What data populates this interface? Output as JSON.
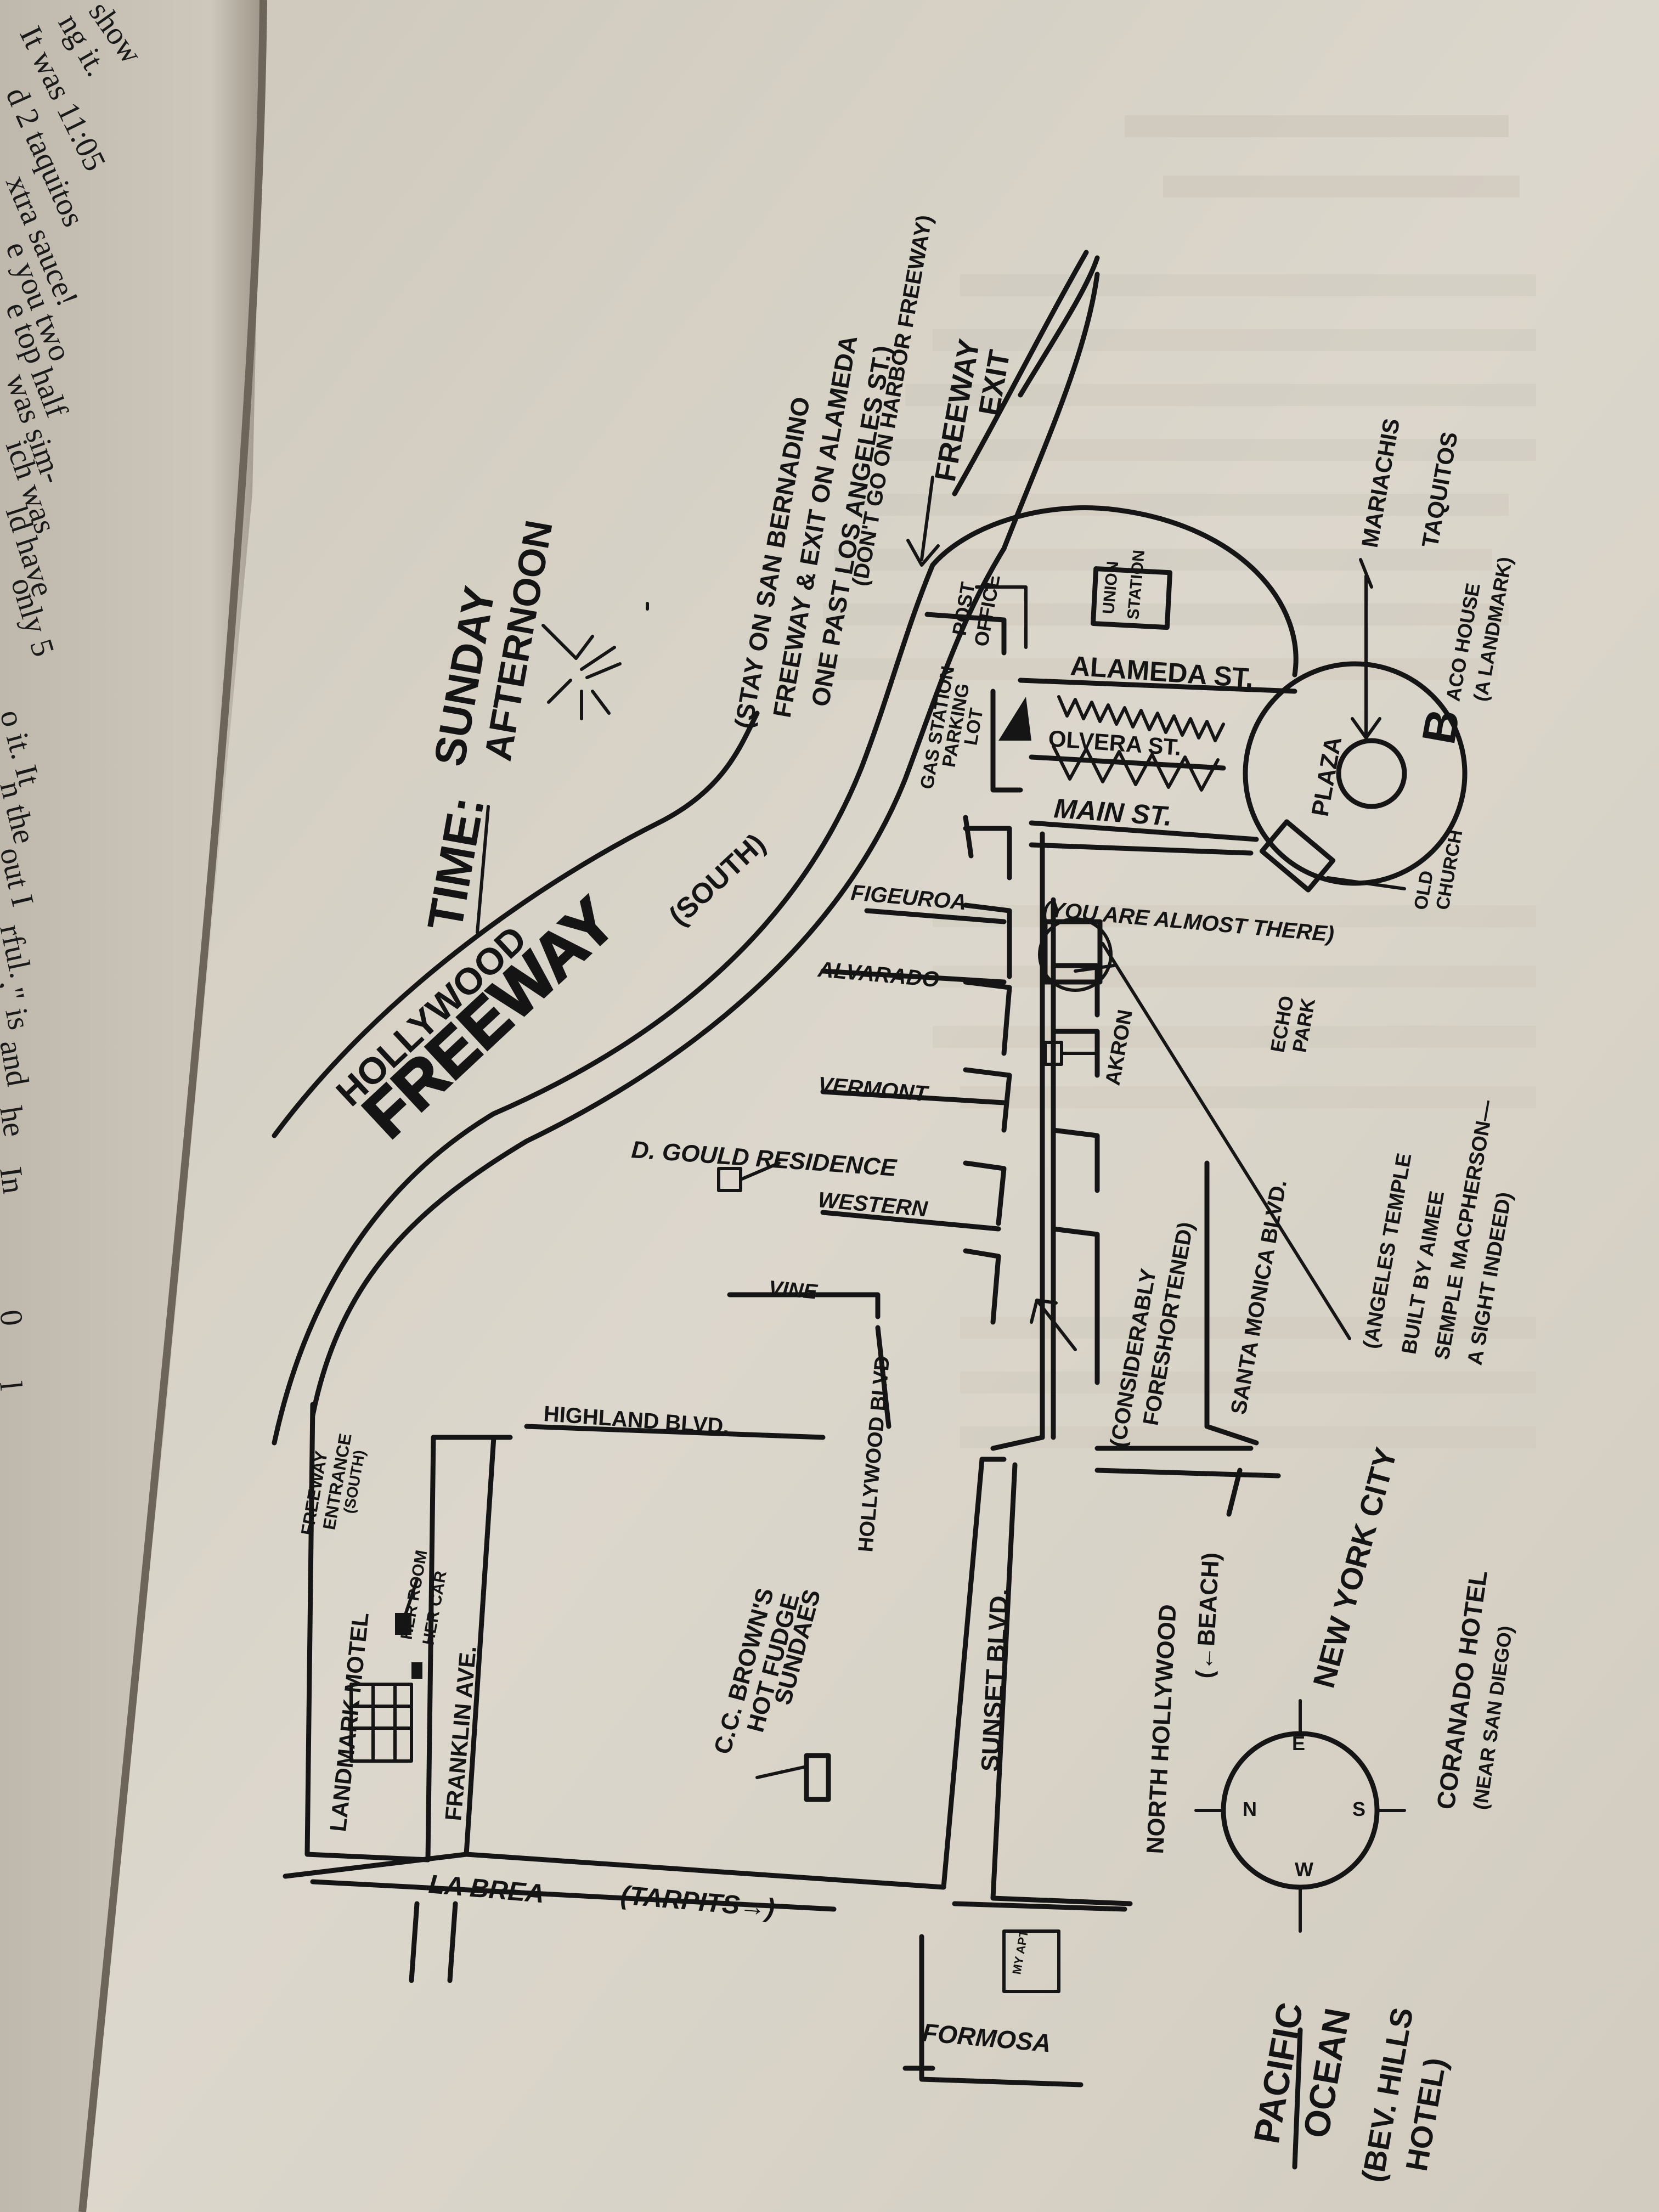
{
  "left_page_fragments": [
    "show",
    "ng it.",
    "It was 11:05",
    "d 2 taquitos",
    "xtra sauce!",
    "e you two",
    "e top half",
    "was sim-",
    "ich was",
    "ld have",
    "only 5",
    "o it. It",
    "n the",
    "out I",
    "rful.",
    ",\" is",
    "and",
    "he",
    "In",
    "0",
    "l"
  ],
  "map": {
    "time_label": "TIME:",
    "time_value_1": "SUNDAY",
    "time_value_2": "AFTERNOON",
    "freeway_1": "HOLLYWOOD",
    "freeway_2": "FREEWAY",
    "freeway_dir": "(SOUTH)",
    "freeway_note": [
      "(STAY ON SAN BERNADINO",
      "FREEWAY & EXIT ON ALAMEDA",
      "ONE PAST LOS ANGELES ST.)",
      "(DON'T GO ON HARBOR FREEWAY)"
    ],
    "freeway_exit_1": "FREEWAY",
    "freeway_exit_2": "EXIT",
    "freeway_entrance": [
      "FREEWAY",
      "ENTRANCE",
      "(SOUTH)"
    ],
    "post_office": [
      "POST",
      "OFFICE"
    ],
    "union_station": [
      "UNION",
      "STATION"
    ],
    "gas_station": [
      "GAS STATION",
      "PARKING",
      "LOT"
    ],
    "alameda": "ALAMEDA ST.",
    "olvera": "OLVERA ST.",
    "main_st": "MAIN ST.",
    "plaza": "PLAZA",
    "mariachis": "MARIACHIS",
    "taquitos": "TAQUITOS",
    "taco_house": [
      "ACO HOUSE",
      "(A LANDMARK)"
    ],
    "taco_b": "B",
    "old_church": [
      "OLD",
      "CHURCH"
    ],
    "figeuroa": "FIGEUROA",
    "almost_there": "(YOU ARE ALMOST THERE)",
    "alvarado": "ALVARADO",
    "echo_park": [
      "ECHO",
      "PARK"
    ],
    "akron": "AKRON",
    "vermont": "VERMONT",
    "gould": "D. GOULD RESIDENCE",
    "western": "WESTERN",
    "angeles_temple": [
      "(ANGELES TEMPLE",
      "BUILT BY AIMEE",
      "SEMPLE MACPHERSON—",
      "A SIGHT INDEED)"
    ],
    "vine": "VINE",
    "hollywood_blvd": "HOLLYWOOD BLVD",
    "foreshortened": [
      "(CONSIDERABLY",
      "FORESHORTENED)"
    ],
    "santa_monica": "SANTA MONICA BLVD.",
    "highland": "HIGHLAND BLVD.",
    "landmark_motel": "LANDMARK MOTEL",
    "her_room": "HER ROOM",
    "her_car": "HER CAR",
    "franklin": "FRANKLIN AVE.",
    "cc_brown": [
      "C.C. BROWN'S",
      "HOT FUDGE",
      "SUNDAES"
    ],
    "sunset": "SUNSET BLVD.",
    "north_hollywood": "NORTH HOLLYWOOD",
    "beach": "(←BEACH)",
    "new_york": "NEW YORK CITY",
    "coronado": [
      "CORANADO HOTEL",
      "(NEAR SAN DIEGO)"
    ],
    "compass": {
      "n": "N",
      "e": "E",
      "s": "S",
      "w": "W"
    },
    "la_brea": "LA BREA",
    "tarpits": "(TARPITS→)",
    "formosa": "FORMOSA",
    "pacific": [
      "PACIFIC",
      "OCEAN"
    ],
    "bev_hills": [
      "(BEV. HILLS",
      "HOTEL)"
    ],
    "my_apt": "MY APT"
  },
  "colors": {
    "paper": "#d9d4c9",
    "ink": "#151515",
    "gutter": "#6e655a"
  }
}
